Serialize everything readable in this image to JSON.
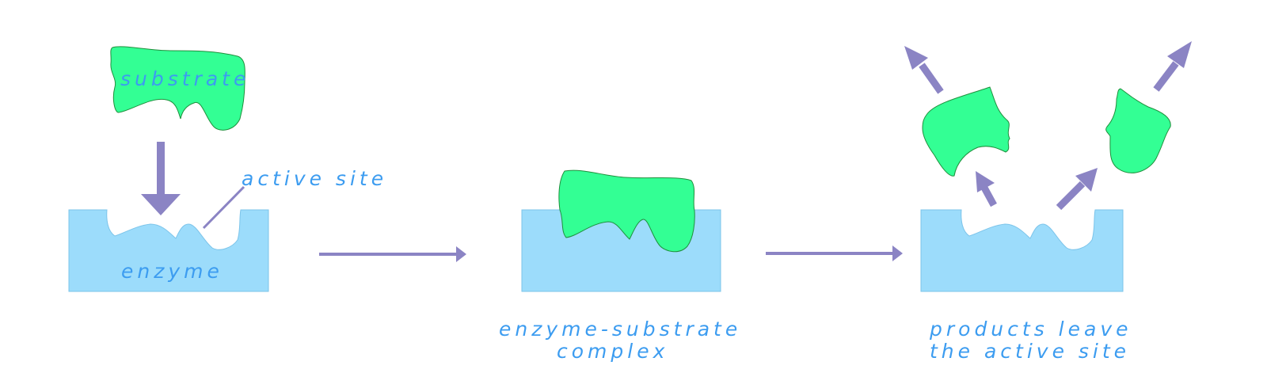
{
  "labels": {
    "substrate": "substrate",
    "active_site": "active site",
    "enzyme": "enzyme",
    "complex_line1": "enzyme-substrate",
    "complex_line2": "complex",
    "products_line1": "products leave",
    "products_line2": "the active site"
  },
  "colors": {
    "enzyme_fill": "#9cdcfb",
    "enzyme_stroke": "#7cc4ea",
    "substrate_fill": "#33ff94",
    "substrate_stroke": "#1f8f3c",
    "arrow": "#8b84c4",
    "label_text": "#3c9cf0"
  }
}
